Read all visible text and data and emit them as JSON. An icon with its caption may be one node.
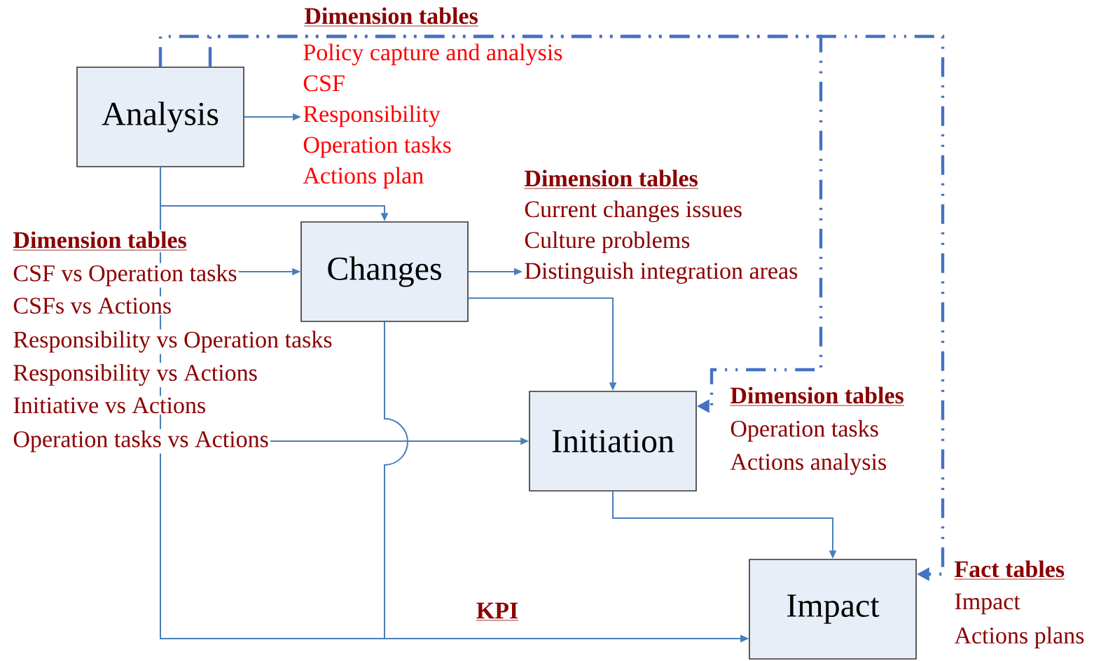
{
  "diagram": {
    "nodes": [
      {
        "text": [
          "Analysis"
        ]
      },
      {
        "text": [
          "Changes"
        ]
      },
      {
        "text": [
          "Initiation"
        ]
      },
      {
        "text": [
          "Impact"
        ]
      },
      {
        "text": [
          "Policy capture and analysis",
          "CSF",
          "Responsibility",
          "Operation tasks",
          "Actions plan"
        ]
      },
      {
        "text": [
          "Dimension tables",
          "Current changes issues",
          "Culture problems",
          "Distinguish integration areas"
        ]
      }
    ],
    "edges": [
      {
        "from": 0,
        "to": 4,
        "arrow": "to"
      },
      {
        "from": 0,
        "to": 1,
        "arrow": "to"
      },
      {
        "from": 0,
        "to": 1,
        "arrow": "to"
      },
      {
        "from": 0,
        "to": 2,
        "arrow": "to"
      },
      {
        "from": 0,
        "to": 3,
        "arrow": "to",
        "label": "KPI"
      },
      {
        "from": 1,
        "to": 5,
        "arrow": "to"
      },
      {
        "from": 1,
        "to": 2,
        "arrow": "to"
      },
      {
        "from": 1,
        "to": 3,
        "arrow": "to"
      },
      {
        "from": 2,
        "to": 3,
        "arrow": "to"
      },
      {
        "from": 0,
        "to": 2,
        "arrow": "to",
        "style": "dashed"
      },
      {
        "from": 0,
        "to": 3,
        "arrow": "to",
        "style": "dashed"
      }
    ],
    "labels": [
      "Dimension tables",
      "Dimension tables",
      "CSF vs Operation tasks",
      "CSFs vs Actions",
      "Responsibility vs Operation tasks",
      "Responsibility vs Actions",
      "Initiative vs Actions",
      "Operation tasks vs Actions",
      "Dimension tables",
      "Operation tasks",
      "Actions analysis",
      "Fact tables",
      "Impact",
      "Actions plans"
    ]
  }
}
